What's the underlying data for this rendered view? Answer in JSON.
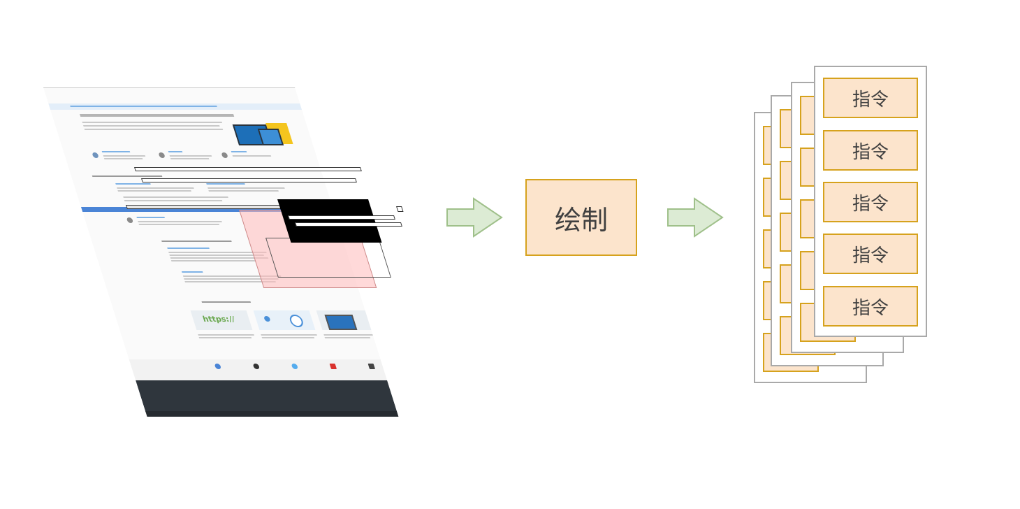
{
  "webpage": {
    "https_label": "https://"
  },
  "draw_step": {
    "label": "绘制"
  },
  "instructions": {
    "items": [
      "指令",
      "指令",
      "指令",
      "指令",
      "指令"
    ]
  },
  "colors": {
    "box_fill": "#fce4cc",
    "box_border": "#d6a21d",
    "arrow_fill": "#dcebd4",
    "arrow_border": "#9fc08a",
    "card_border": "#a9a9a9"
  }
}
